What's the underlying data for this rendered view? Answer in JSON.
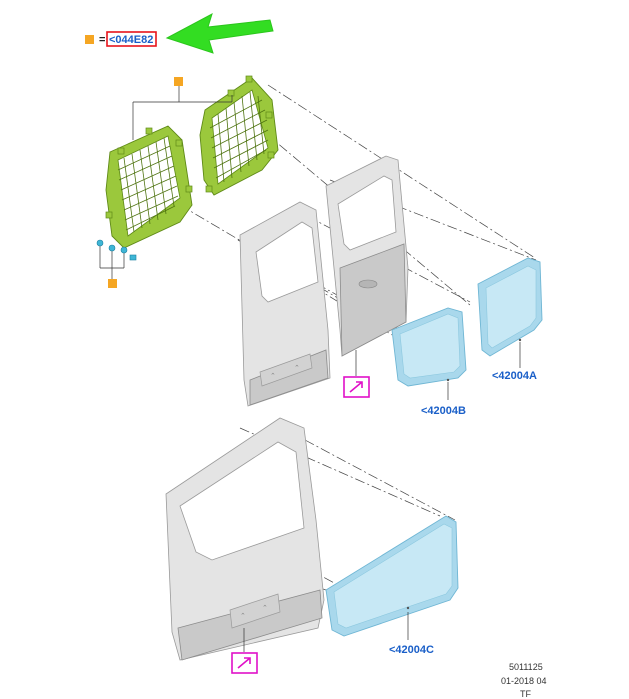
{
  "legend": {
    "equals": "=",
    "ref_code": "<044E82",
    "marker_color": "#f5a623",
    "highlight_color": "#e8141c",
    "arrow_color": "#33dd22"
  },
  "parts": [
    {
      "label": "<42004A"
    },
    {
      "label": "<42004B"
    },
    {
      "label": "<42004C"
    }
  ],
  "footer": {
    "line1": "5011125",
    "line2": "01-2018 04",
    "line3": "TF"
  },
  "colors": {
    "label_blue": "#1a5fc8",
    "glass": "#a9d8ec",
    "grille": "#9bc83c",
    "door": "#e4e4e4",
    "note_icon": "#e010c8"
  },
  "icons": [
    "orange-square-marker",
    "green-arrow",
    "note-arrow-icon"
  ]
}
